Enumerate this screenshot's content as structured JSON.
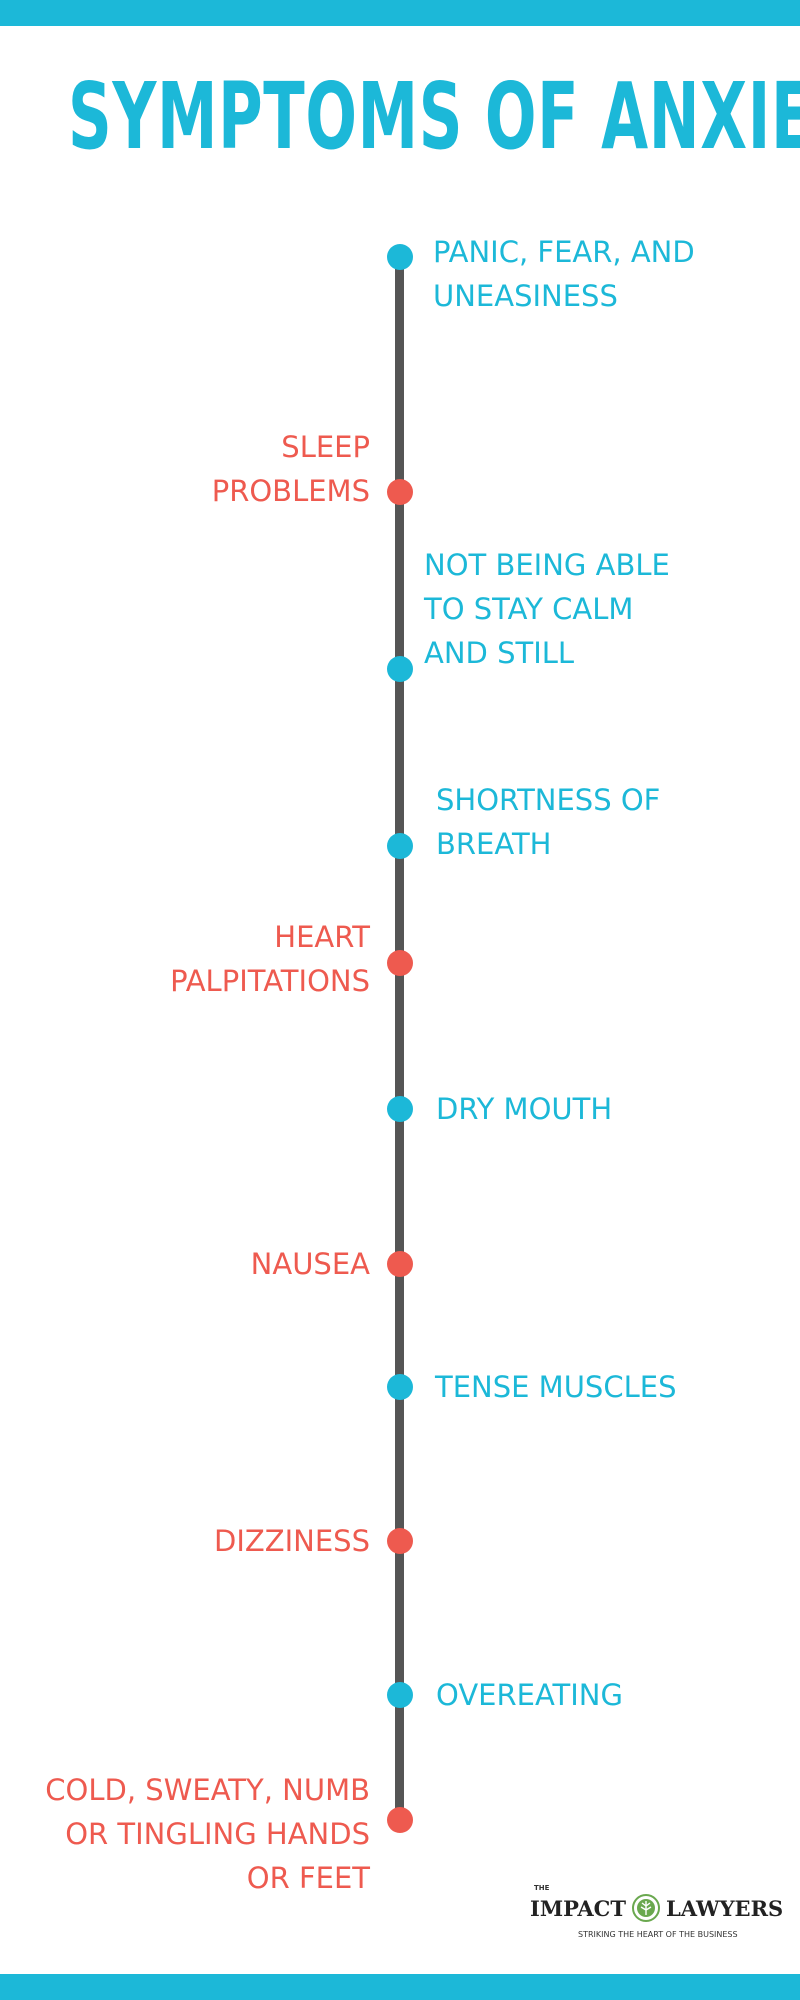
{
  "colors": {
    "accent_blue": "#1cb8d8",
    "accent_red": "#ee5a4f",
    "line": "#555555",
    "logo_green": "#6aa84f"
  },
  "title": "SYMPTOMS OF ANXIETY",
  "symptoms": [
    {
      "text": "PANIC, FEAR, AND\nUNEASINESS",
      "side": "right",
      "color": "blue"
    },
    {
      "text": "SLEEP\nPROBLEMS",
      "side": "left",
      "color": "red"
    },
    {
      "text": "NOT BEING ABLE\nTO STAY CALM\nAND STILL",
      "side": "right",
      "color": "blue"
    },
    {
      "text": "SHORTNESS OF\nBREATH",
      "side": "right",
      "color": "blue"
    },
    {
      "text": "HEART\nPALPITATIONS",
      "side": "left",
      "color": "red"
    },
    {
      "text": "DRY MOUTH",
      "side": "right",
      "color": "blue"
    },
    {
      "text": "NAUSEA",
      "side": "left",
      "color": "red"
    },
    {
      "text": "TENSE MUSCLES",
      "side": "right",
      "color": "blue"
    },
    {
      "text": "DIZZINESS",
      "side": "left",
      "color": "red"
    },
    {
      "text": "OVEREATING",
      "side": "right",
      "color": "blue"
    },
    {
      "text": "COLD, SWEATY, NUMB\nOR TINGLING HANDS\nOR FEET",
      "side": "left",
      "color": "red"
    }
  ],
  "logo": {
    "the": "THE",
    "word1": "IMPACT",
    "word2": "LAWYERS",
    "tagline": "STRIKING THE HEART OF THE BUSINESS",
    "mark_icon": "tree-seal-icon"
  }
}
